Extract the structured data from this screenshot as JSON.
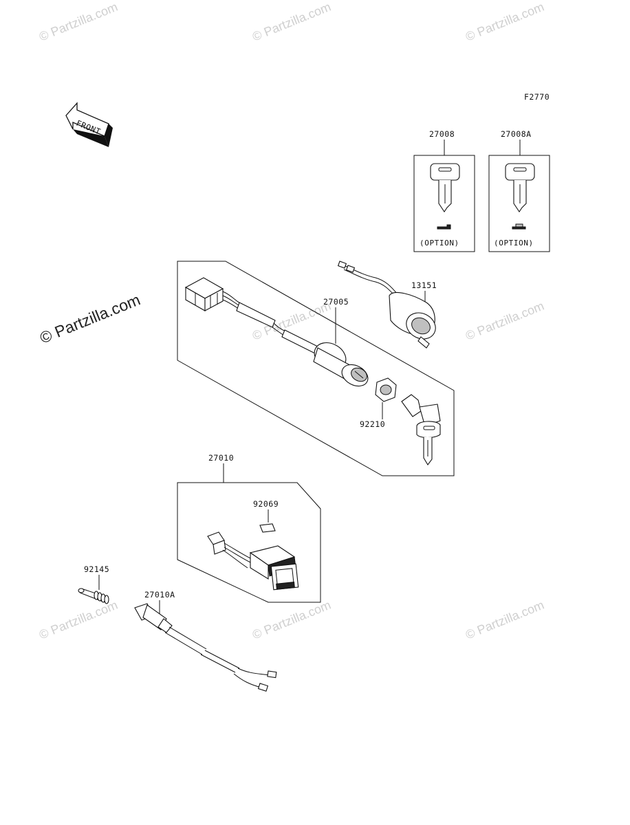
{
  "diagram_code": "F2770",
  "front_arrow_label": "FRONT",
  "watermark": "© Partzilla.com",
  "parts": [
    {
      "number": "27008",
      "note": "(OPTION)"
    },
    {
      "number": "27008A",
      "note": "(OPTION)"
    },
    {
      "number": "13151"
    },
    {
      "number": "27005"
    },
    {
      "number": "92210"
    },
    {
      "number": "27010"
    },
    {
      "number": "92069"
    },
    {
      "number": "92145"
    },
    {
      "number": "27010A"
    }
  ],
  "colors": {
    "line": "#111111",
    "watermark": "#cfcfcf"
  }
}
